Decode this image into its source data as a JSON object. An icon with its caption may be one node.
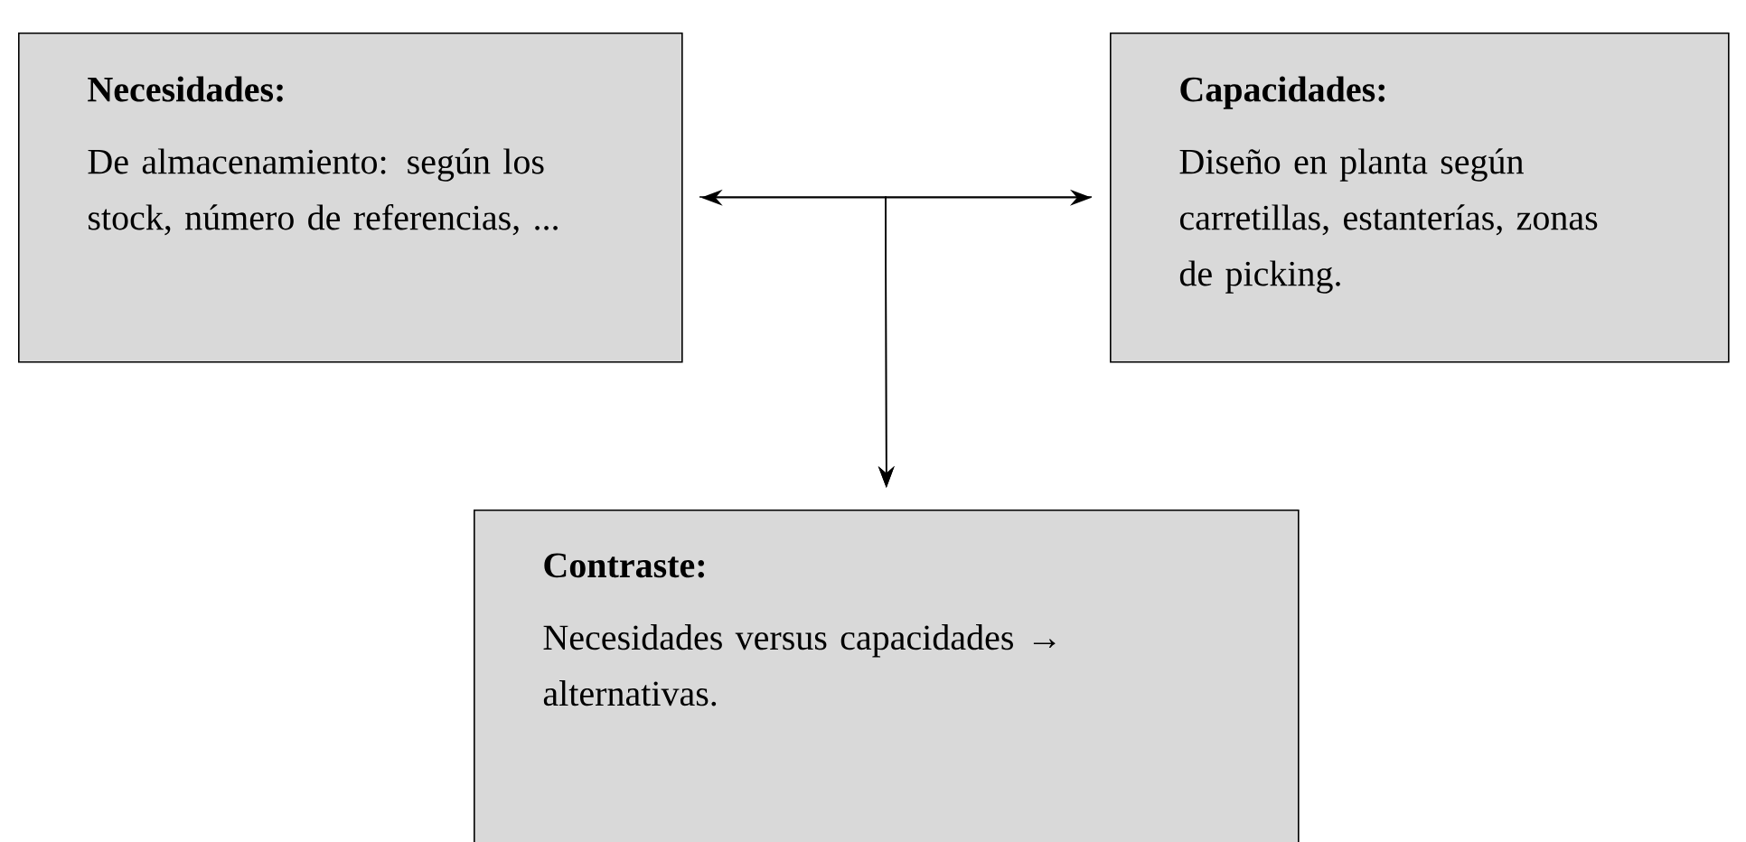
{
  "diagram": {
    "nodes": [
      {
        "text": [
          "Necesidades:",
          "De almacenamiento: según los stock, número de referencias, ..."
        ]
      },
      {
        "text": [
          "Capacidades:",
          "Diseño en planta según carretillas, estanterías, zonas de picking."
        ]
      },
      {
        "text": [
          "Contraste:",
          "Necesidades versus capacidades → alternativas."
        ]
      }
    ],
    "edges": [
      {
        "from": 0,
        "to": 1,
        "arrow": "both"
      },
      {
        "from": 0,
        "to": 2,
        "arrow": "to"
      },
      {
        "from": 1,
        "to": 2,
        "arrow": "to"
      }
    ]
  }
}
